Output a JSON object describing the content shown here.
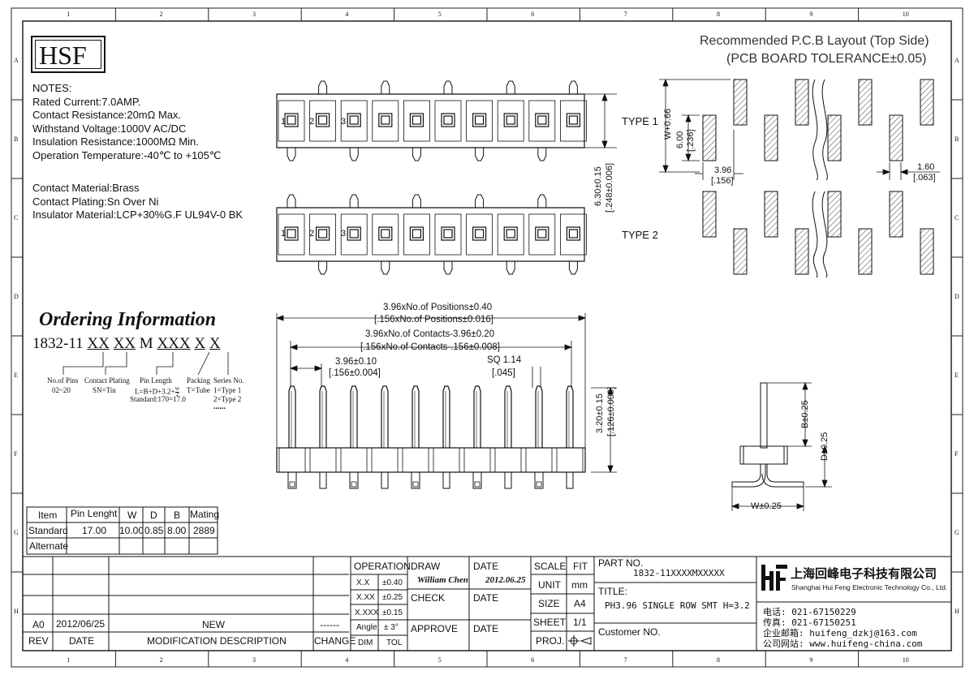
{
  "frame": {
    "col_labels": [
      "1",
      "2",
      "3",
      "4",
      "5",
      "6",
      "7",
      "8",
      "9",
      "10"
    ],
    "row_labels": [
      "A",
      "B",
      "C",
      "D",
      "E",
      "F",
      "G",
      "H"
    ]
  },
  "logo": {
    "text": "HSF"
  },
  "notes": {
    "title": "NOTES:",
    "lines": [
      "Rated Current:7.0AMP.",
      "Contact Resistance:20mΩ Max.",
      "Withstand Voltage:1000V AC/DC",
      "Insulation Resistance:1000MΩ Min.",
      "Operation Temperature:-40℃ to +105℃"
    ],
    "material_lines": [
      "Contact Material:Brass",
      "Contact Plating:Sn Over Ni",
      "Insulator Material:LCP+30%G.F UL94V-0 BK"
    ]
  },
  "ordering": {
    "title": "Ordering Information",
    "prefix": "1832-11",
    "codes": [
      "XX",
      "XX",
      "M",
      "XXX",
      "X",
      "X"
    ],
    "no_of_pins": "No.of Pins",
    "no_of_pins_range": "02~20",
    "contact_plating": "Contact Plating",
    "contact_plating_val": "SN=Tin",
    "pin_length": "Pin Length",
    "pin_length_formula": "L=B+D+3.2+",
    "pin_length_frac_top": "W",
    "pin_length_frac_bot": "2",
    "pin_length_std": "Standard:170=17.0",
    "packing": "Packing",
    "packing_val": "T=Tube",
    "series": "Series No.",
    "series_1": "1=Type 1",
    "series_2": "2=Type 2",
    "dots": "......"
  },
  "top_view": {
    "pin_numbers": [
      "1",
      "2",
      "3"
    ],
    "type1": "TYPE 1",
    "type2": "TYPE 2",
    "dim_height": "6.30±0.15",
    "dim_height_in": "[.248±0.006]"
  },
  "pcb": {
    "title1": "Recommended P.C.B Layout (Top Side)",
    "title2": "(PCB BOARD TOLERANCE±0.05)",
    "w_dim": "W+0.66",
    "h_dim": "6.00",
    "h_dim_in": "[.236]",
    "pitch": "3.96",
    "pitch_in": "[.156]",
    "pad_w": "1.60",
    "pad_w_in": "[.063]"
  },
  "front_view": {
    "dim1": "3.96xNo.of Positions±0.40",
    "dim1_in": "[.156xNo.of Positions±0.016]",
    "dim2": "3.96xNo.of Contacts-3.96±0.20",
    "dim2_in": "[.156xNo.of Contacts-.156±0.008]",
    "dim3": "3.96±0.10",
    "dim3_in": "[.156±0.004]",
    "sq": "SQ 1.14",
    "sq_in": "[.045]",
    "height": "3.20±0.15",
    "height_in": "[.126±0.006]"
  },
  "side_view": {
    "b": "B±0.25",
    "d": "D±0.25",
    "w": "W±0.25"
  },
  "spec_table": {
    "headers": [
      "Item",
      "Pin Lenght",
      "W",
      "D",
      "B",
      "Mating"
    ],
    "rows": [
      [
        "Standard",
        "17.00",
        "10.00",
        "0.85",
        "8.00",
        "2889"
      ],
      [
        "Alternate",
        "",
        "",
        "",
        "",
        ""
      ]
    ]
  },
  "revision": {
    "rev": "A0",
    "date": "2012/06/25",
    "description": "NEW",
    "change": "------",
    "headers": [
      "REV",
      "DATE",
      "MODIFICATION  DESCRIPTION",
      "CHANGE"
    ]
  },
  "title_block": {
    "operation": "OPERATION",
    "tolerances": [
      [
        "X.X",
        "±0.40"
      ],
      [
        "X.XX",
        "±0.25"
      ],
      [
        "X.XXX",
        "±0.15"
      ],
      [
        "Angle",
        "± 3°"
      ]
    ],
    "dim": "DIM",
    "tol": "TOL",
    "draw": "DRAW",
    "draw_name": "William Chen",
    "date": "DATE",
    "draw_date": "2012.06.25",
    "check": "CHECK",
    "approve": "APPROVE",
    "scale": "SCALE",
    "fit": "FIT",
    "unit": "UNIT",
    "unit_val": "mm",
    "size": "SIZE",
    "size_val": "A4",
    "sheet": "SHEET",
    "sheet_val": "1/1",
    "proj": "PROJ.",
    "part_no_label": "PART NO.",
    "part_no": "1832-11XXXXMXXXXX",
    "title_label": "TITLE:",
    "title_val": "PH3.96 SINGLE ROW SMT H=3.2",
    "customer": "Customer NO.",
    "company_cn": "上海回峰电子科技有限公司",
    "company_en": "Shanghai Hui Feng Electronic Technology Co., Ltd.",
    "tel": "电话: 021-67150229",
    "fax": "传真: 021-67150251",
    "email": "企业邮箱: huifeng_dzkj@163.com",
    "web": "公司网站: www.huifeng-china.com"
  }
}
